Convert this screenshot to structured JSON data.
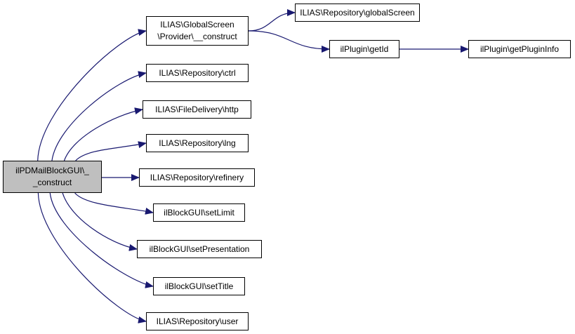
{
  "root": {
    "id": "root",
    "lines": [
      "ilPDMailBlockGUI\\_",
      "_construct"
    ],
    "fill": "#bfbfbf"
  },
  "nodes": [
    {
      "id": "gs_provider",
      "lines": [
        "ILIAS\\GlobalScreen",
        "\\Provider\\__construct"
      ]
    },
    {
      "id": "repo_ctrl",
      "lines": [
        "ILIAS\\Repository\\ctrl"
      ]
    },
    {
      "id": "filedelivery_http",
      "lines": [
        "ILIAS\\FileDelivery\\http"
      ]
    },
    {
      "id": "repo_lng",
      "lines": [
        "ILIAS\\Repository\\lng"
      ]
    },
    {
      "id": "repo_refinery",
      "lines": [
        "ILIAS\\Repository\\refinery"
      ]
    },
    {
      "id": "block_setlimit",
      "lines": [
        "ilBlockGUI\\setLimit"
      ]
    },
    {
      "id": "block_setpresentation",
      "lines": [
        "ilBlockGUI\\setPresentation"
      ]
    },
    {
      "id": "block_settitle",
      "lines": [
        "ilBlockGUI\\setTitle"
      ]
    },
    {
      "id": "repo_user",
      "lines": [
        "ILIAS\\Repository\\user"
      ]
    },
    {
      "id": "repo_globalscreen",
      "lines": [
        "ILIAS\\Repository\\globalScreen"
      ]
    },
    {
      "id": "plugin_getid",
      "lines": [
        "ilPlugin\\getId"
      ]
    },
    {
      "id": "plugin_getplugininfo",
      "lines": [
        "ilPlugin\\getPluginInfo"
      ]
    }
  ],
  "edges": [
    {
      "from": "root",
      "to": "gs_provider"
    },
    {
      "from": "root",
      "to": "repo_ctrl"
    },
    {
      "from": "root",
      "to": "filedelivery_http"
    },
    {
      "from": "root",
      "to": "repo_lng"
    },
    {
      "from": "root",
      "to": "repo_refinery"
    },
    {
      "from": "root",
      "to": "block_setlimit"
    },
    {
      "from": "root",
      "to": "block_setpresentation"
    },
    {
      "from": "root",
      "to": "block_settitle"
    },
    {
      "from": "root",
      "to": "repo_user"
    },
    {
      "from": "gs_provider",
      "to": "repo_globalscreen"
    },
    {
      "from": "gs_provider",
      "to": "plugin_getid"
    },
    {
      "from": "plugin_getid",
      "to": "plugin_getplugininfo"
    }
  ],
  "colors": {
    "edge": "#191970",
    "border": "#000000",
    "node_fill": "#ffffff",
    "root_fill": "#bfbfbf"
  }
}
